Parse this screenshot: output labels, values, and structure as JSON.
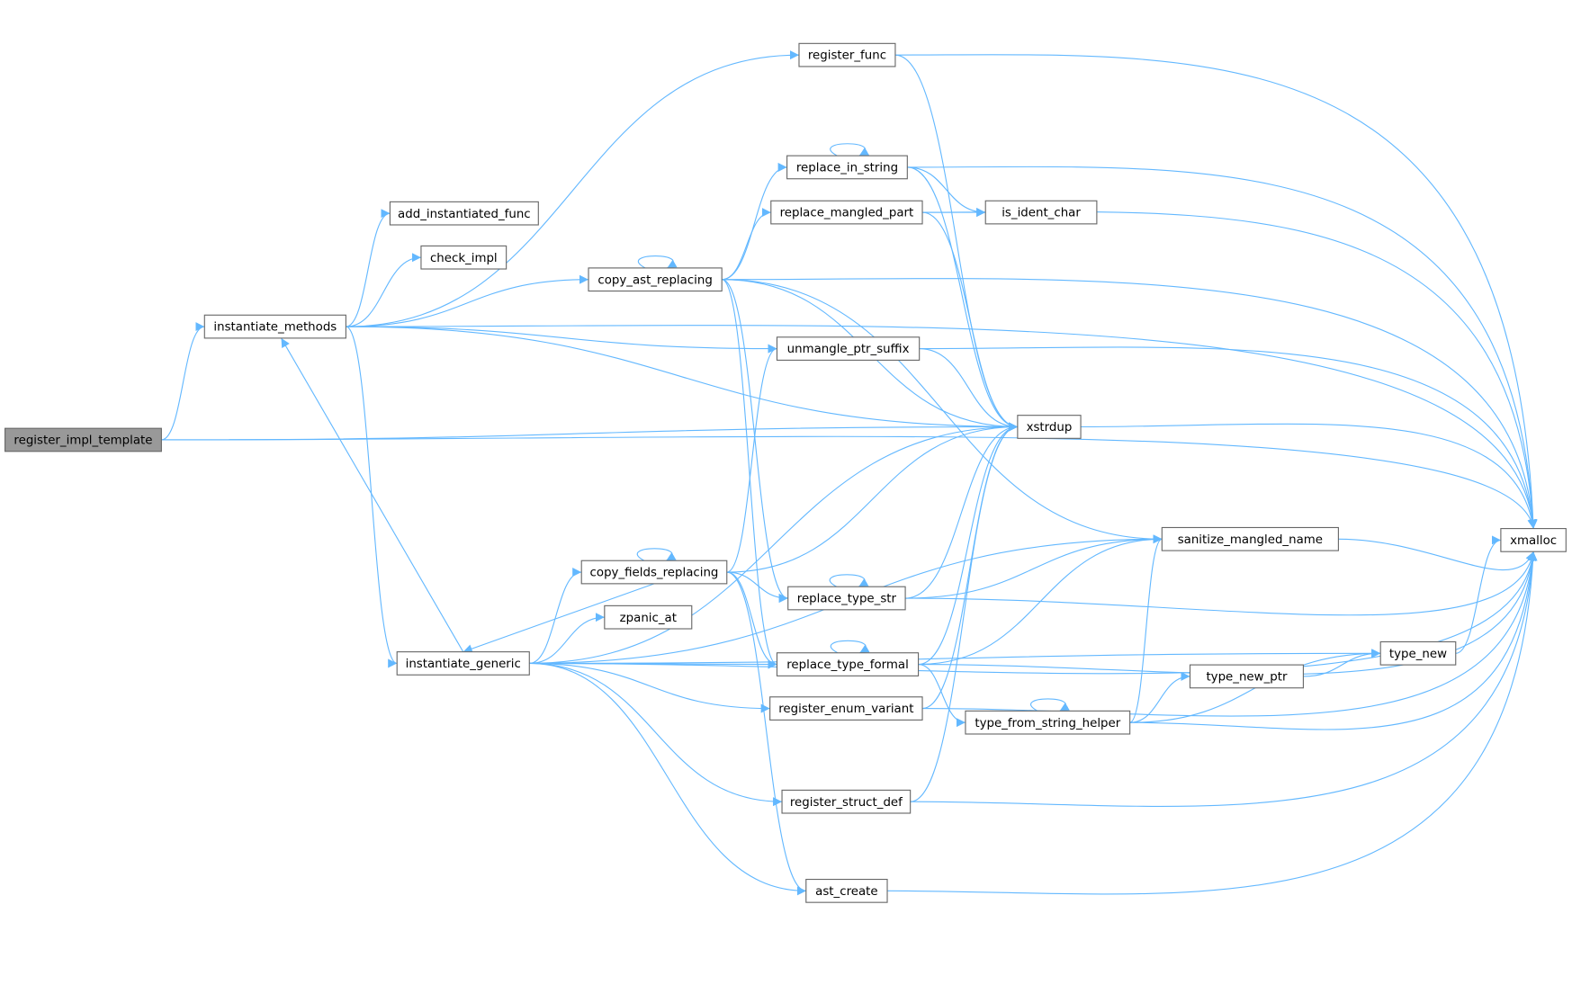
{
  "title": "register_impl_template call graph",
  "colors": {
    "edge": "#63b8ff",
    "root_fill": "#999999",
    "node_border": "#666666"
  },
  "root": "register_impl_template",
  "nodes": [
    {
      "id": "register_impl_template",
      "label": "register_impl_template"
    },
    {
      "id": "instantiate_methods",
      "label": "instantiate_methods"
    },
    {
      "id": "instantiate_generic",
      "label": "instantiate_generic"
    },
    {
      "id": "register_func",
      "label": "register_func"
    },
    {
      "id": "add_instantiated_func",
      "label": "add_instantiated_func"
    },
    {
      "id": "check_impl",
      "label": "check_impl"
    },
    {
      "id": "copy_ast_replacing",
      "label": "copy_ast_replacing"
    },
    {
      "id": "replace_in_string",
      "label": "replace_in_string"
    },
    {
      "id": "replace_mangled_part",
      "label": "replace_mangled_part"
    },
    {
      "id": "is_ident_char",
      "label": "is_ident_char"
    },
    {
      "id": "unmangle_ptr_suffix",
      "label": "unmangle_ptr_suffix"
    },
    {
      "id": "xstrdup",
      "label": "xstrdup"
    },
    {
      "id": "xmalloc",
      "label": "xmalloc"
    },
    {
      "id": "sanitize_mangled_name",
      "label": "sanitize_mangled_name"
    },
    {
      "id": "copy_fields_replacing",
      "label": "copy_fields_replacing"
    },
    {
      "id": "replace_type_str",
      "label": "replace_type_str"
    },
    {
      "id": "zpanic_at",
      "label": "zpanic_at"
    },
    {
      "id": "replace_type_formal",
      "label": "replace_type_formal"
    },
    {
      "id": "type_new",
      "label": "type_new"
    },
    {
      "id": "type_new_ptr",
      "label": "type_new_ptr"
    },
    {
      "id": "register_enum_variant",
      "label": "register_enum_variant"
    },
    {
      "id": "type_from_string_helper",
      "label": "type_from_string_helper"
    },
    {
      "id": "register_struct_def",
      "label": "register_struct_def"
    },
    {
      "id": "ast_create",
      "label": "ast_create"
    }
  ],
  "edges": [
    [
      "register_impl_template",
      "instantiate_methods"
    ],
    [
      "register_impl_template",
      "xstrdup"
    ],
    [
      "register_impl_template",
      "xmalloc"
    ],
    [
      "instantiate_methods",
      "register_func"
    ],
    [
      "instantiate_methods",
      "add_instantiated_func"
    ],
    [
      "instantiate_methods",
      "check_impl"
    ],
    [
      "instantiate_methods",
      "copy_ast_replacing"
    ],
    [
      "instantiate_methods",
      "unmangle_ptr_suffix"
    ],
    [
      "instantiate_methods",
      "xstrdup"
    ],
    [
      "instantiate_methods",
      "xmalloc"
    ],
    [
      "instantiate_methods",
      "instantiate_generic"
    ],
    [
      "instantiate_generic",
      "instantiate_methods"
    ],
    [
      "instantiate_generic",
      "copy_fields_replacing"
    ],
    [
      "instantiate_generic",
      "zpanic_at"
    ],
    [
      "instantiate_generic",
      "replace_type_formal"
    ],
    [
      "instantiate_generic",
      "register_enum_variant"
    ],
    [
      "instantiate_generic",
      "register_struct_def"
    ],
    [
      "instantiate_generic",
      "ast_create"
    ],
    [
      "instantiate_generic",
      "xstrdup"
    ],
    [
      "instantiate_generic",
      "sanitize_mangled_name"
    ],
    [
      "instantiate_generic",
      "type_new"
    ],
    [
      "instantiate_generic",
      "xmalloc"
    ],
    [
      "register_func",
      "xstrdup"
    ],
    [
      "register_func",
      "xmalloc"
    ],
    [
      "copy_ast_replacing",
      "copy_ast_replacing"
    ],
    [
      "copy_ast_replacing",
      "replace_in_string"
    ],
    [
      "copy_ast_replacing",
      "replace_mangled_part"
    ],
    [
      "copy_ast_replacing",
      "xmalloc"
    ],
    [
      "copy_ast_replacing",
      "xstrdup"
    ],
    [
      "copy_ast_replacing",
      "sanitize_mangled_name"
    ],
    [
      "copy_ast_replacing",
      "replace_type_str"
    ],
    [
      "copy_ast_replacing",
      "replace_type_formal"
    ],
    [
      "replace_in_string",
      "replace_in_string"
    ],
    [
      "replace_in_string",
      "is_ident_char"
    ],
    [
      "replace_in_string",
      "xstrdup"
    ],
    [
      "replace_in_string",
      "xmalloc"
    ],
    [
      "replace_mangled_part",
      "is_ident_char"
    ],
    [
      "replace_mangled_part",
      "xstrdup"
    ],
    [
      "replace_mangled_part",
      "xmalloc"
    ],
    [
      "unmangle_ptr_suffix",
      "xstrdup"
    ],
    [
      "unmangle_ptr_suffix",
      "xmalloc"
    ],
    [
      "xstrdup",
      "xmalloc"
    ],
    [
      "copy_fields_replacing",
      "copy_fields_replacing"
    ],
    [
      "copy_fields_replacing",
      "unmangle_ptr_suffix"
    ],
    [
      "copy_fields_replacing",
      "xstrdup"
    ],
    [
      "copy_fields_replacing",
      "replace_type_str"
    ],
    [
      "copy_fields_replacing",
      "replace_type_formal"
    ],
    [
      "copy_fields_replacing",
      "ast_create"
    ],
    [
      "copy_fields_replacing",
      "instantiate_generic"
    ],
    [
      "replace_type_str",
      "replace_type_str"
    ],
    [
      "replace_type_str",
      "xstrdup"
    ],
    [
      "replace_type_str",
      "sanitize_mangled_name"
    ],
    [
      "replace_type_str",
      "xmalloc"
    ],
    [
      "replace_type_formal",
      "replace_type_formal"
    ],
    [
      "replace_type_formal",
      "xstrdup"
    ],
    [
      "replace_type_formal",
      "sanitize_mangled_name"
    ],
    [
      "replace_type_formal",
      "xmalloc"
    ],
    [
      "replace_type_formal",
      "type_from_string_helper"
    ],
    [
      "register_enum_variant",
      "xstrdup"
    ],
    [
      "register_enum_variant",
      "xmalloc"
    ],
    [
      "register_struct_def",
      "xstrdup"
    ],
    [
      "register_struct_def",
      "xmalloc"
    ],
    [
      "ast_create",
      "xmalloc"
    ],
    [
      "sanitize_mangled_name",
      "xmalloc"
    ],
    [
      "type_from_string_helper",
      "type_from_string_helper"
    ],
    [
      "type_from_string_helper",
      "sanitize_mangled_name"
    ],
    [
      "type_from_string_helper",
      "type_new"
    ],
    [
      "type_from_string_helper",
      "type_new_ptr"
    ],
    [
      "type_from_string_helper",
      "xmalloc"
    ],
    [
      "type_new_ptr",
      "type_new"
    ],
    [
      "type_new",
      "xmalloc"
    ]
  ]
}
